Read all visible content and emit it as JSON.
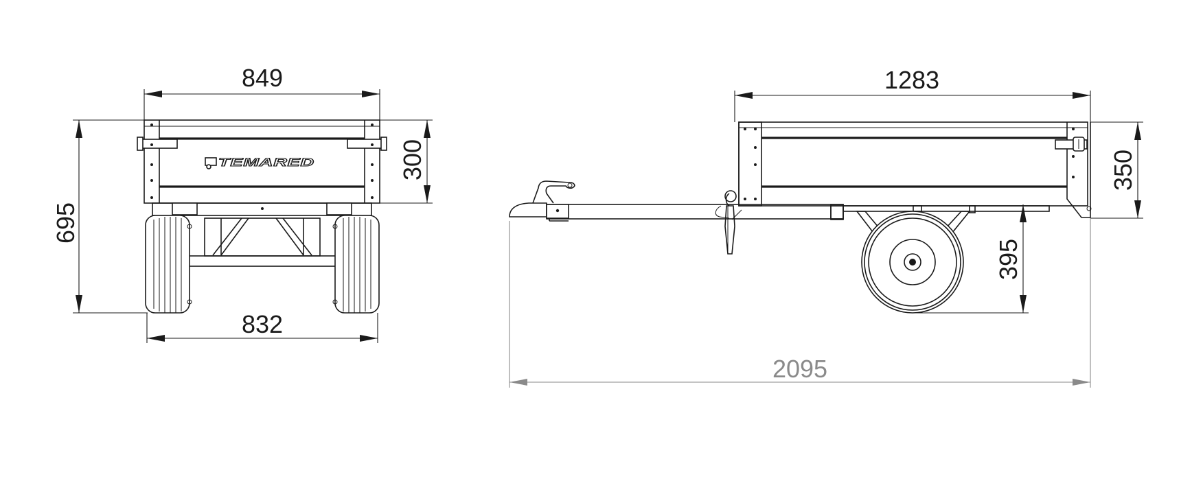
{
  "brand": {
    "logo_text": "TEMARED"
  },
  "front_view": {
    "dimensions": {
      "overall_width": "849",
      "overall_height": "695",
      "box_depth": "300",
      "wheel_track": "832"
    }
  },
  "side_view": {
    "dimensions": {
      "box_length": "1283",
      "box_height": "350",
      "floor_height": "395",
      "overall_length": "2095"
    }
  },
  "colors": {
    "line": "#1a1a1a",
    "secondary_dimension": "#8a8a8a",
    "background": "#ffffff"
  }
}
